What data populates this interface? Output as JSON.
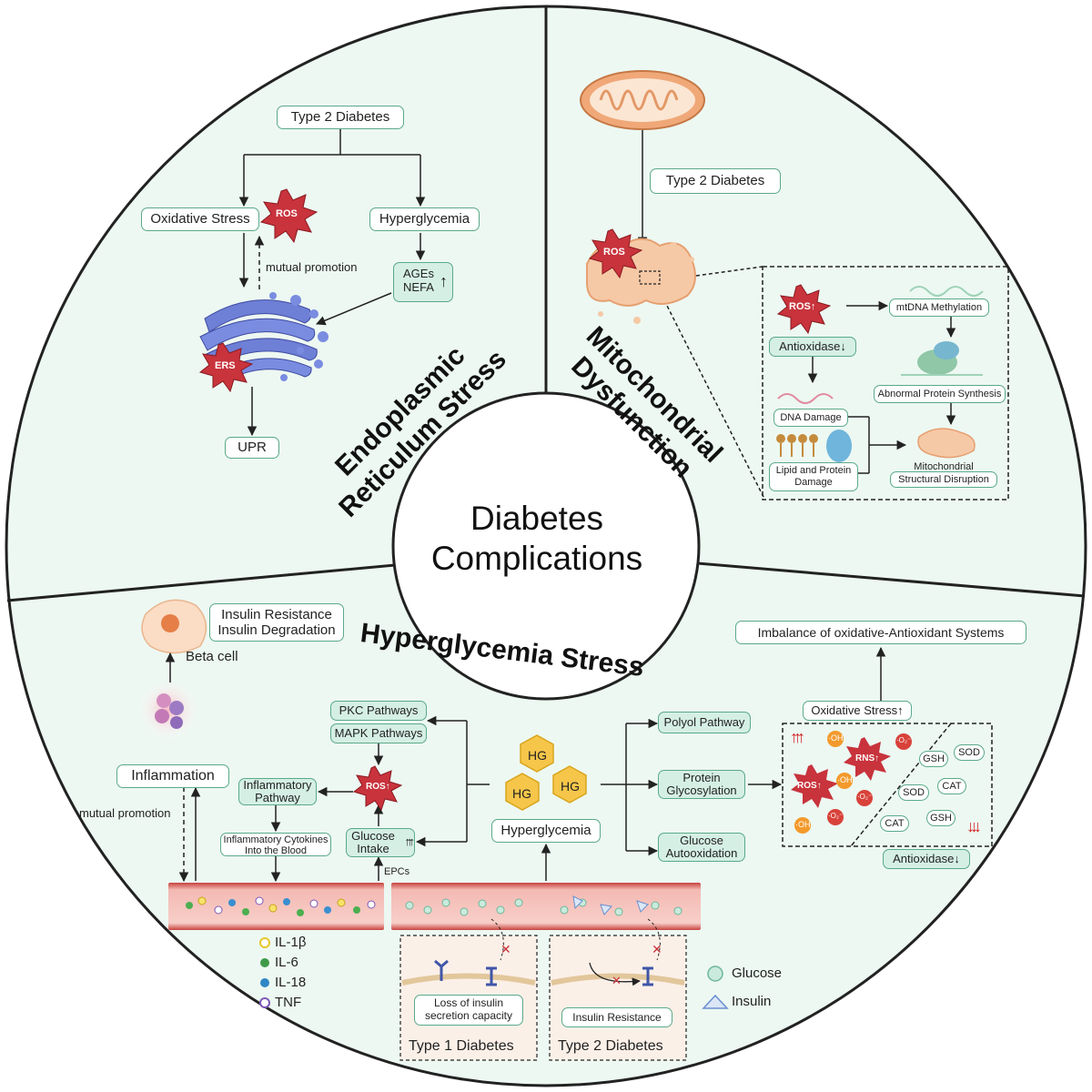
{
  "center": {
    "line1": "Diabetes",
    "line2": "Complications"
  },
  "quadrants": {
    "er_stress": {
      "line1": "Endoplasmic",
      "line2": "Reticulum Stress"
    },
    "mito": {
      "line1": "Mitochondrial",
      "line2": "Dysfunction"
    },
    "hyper": {
      "title": "Hyperglycemia Stress"
    }
  },
  "er": {
    "t2d": "Type 2 Diabetes",
    "oxidative_stress": "Oxidative Stress",
    "ros": "ROS",
    "hyperglycemia": "Hyperglycemia",
    "mutual_promotion": "mutual promotion",
    "ages": "AGEs",
    "nefa": "NEFA",
    "ers": "ERS",
    "upr": "UPR",
    "up_arrow": "↑"
  },
  "mito": {
    "t2d": "Type 2 Diabetes",
    "ros": "ROS",
    "ros_up": "ROS↑",
    "mtdna": "mtDNA Methylation",
    "antioxidase": "Antioxidase↓",
    "abnormal_protein": "Abnormal Protein Synthesis",
    "dna_damage": "DNA Damage",
    "lipid_protein_1": "Lipid and Protein",
    "lipid_protein_2": "Damage",
    "mito_struct_1": "Mitochondrial",
    "mito_struct_2": "Structural Disruption"
  },
  "hyper": {
    "insulin_resistance": "Insulin Resistance",
    "insulin_degradation": "Insulin Degradation",
    "beta_cell": "Beta cell",
    "inflammation": "Inflammation",
    "mutual_promotion": "mutual promotion",
    "pkc": "PKC Pathways",
    "mapk": "MAPK Pathways",
    "inflammatory_pathway_1": "Inflammatory",
    "inflammatory_pathway_2": "Pathway",
    "ros_up": "ROS↑",
    "cytokines_1": "Inflammatory Cytokines",
    "cytokines_2": "Into the Blood",
    "glucose_intake_1": "Glucose",
    "glucose_intake_2": "Intake",
    "triple_up": "↑↑↑",
    "epcs": "EPCs",
    "hg": "HG",
    "hyperglycemia": "Hyperglycemia",
    "polyol": "Polyol Pathway",
    "protein_glyco_1": "Protein",
    "protein_glyco_2": "Glycosylation",
    "glucose_auto_1": "Glucose",
    "glucose_auto_2": "Autooxidation",
    "imbalance": "Imbalance of oxidative-Antioxidant Systems",
    "oxidative_stress": "Oxidative Stress↑",
    "antioxidase": "Antioxidase↓",
    "oh": "·OH",
    "o2": "·O₂⁻",
    "rns_up": "RNS↑",
    "gsh": "GSH",
    "sod": "SOD",
    "cat": "CAT",
    "up3": "↑↑↑",
    "down3": "↓↓↓",
    "loss_insulin_1": "Loss of insulin",
    "loss_insulin_2": "secretion capacity",
    "type1": "Type 1 Diabetes",
    "insulin_resistance_box": "Insulin Resistance",
    "type2": "Type 2 Diabetes",
    "legend_glucose": "Glucose",
    "legend_insulin": "Insulin",
    "legend_il1b": "IL-1β",
    "legend_il6": "IL-6",
    "legend_il18": "IL-18",
    "legend_tnf": "TNF"
  },
  "colors": {
    "box_border": "#5aa98a",
    "box_fill": "#eef8f3",
    "ros_red": "#c8333c",
    "quadrant_bg": "#edf8f2",
    "hg_yellow": "#f6c64a",
    "vessel_red": "#c8433f"
  }
}
